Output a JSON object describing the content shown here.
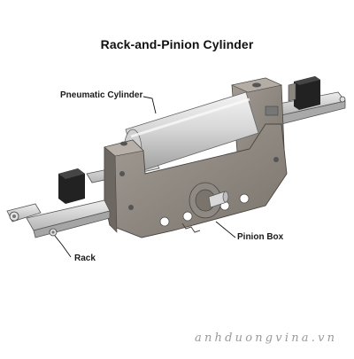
{
  "diagram": {
    "title": "Rack-and-Pinion Cylinder",
    "labels": {
      "pneumatic_cylinder": "Pneumatic Cylinder",
      "pinion_box": "Pinion Box",
      "rack": "Rack"
    }
  },
  "watermark": "anhduongvina.vn",
  "colors": {
    "background": "#ffffff",
    "housing": "#8c8680",
    "housing_dark": "#6b655f",
    "housing_light": "#a8a29b",
    "cylinder_tube": "#d6d6d6",
    "rack_bar": "#c9c9c9",
    "end_cap": "#222222",
    "text": "#111111"
  }
}
